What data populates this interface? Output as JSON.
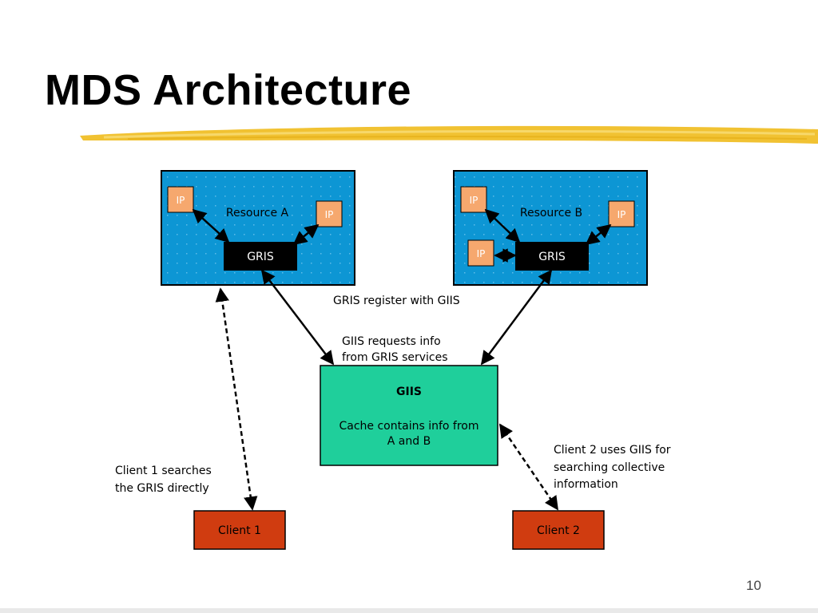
{
  "slide": {
    "title": "MDS Architecture",
    "page_number": "10"
  },
  "diagram": {
    "resource_a": {
      "label": "Resource A",
      "gris": "GRIS",
      "ip": [
        "IP",
        "IP"
      ]
    },
    "resource_b": {
      "label": "Resource B",
      "gris": "GRIS",
      "ip": [
        "IP",
        "IP",
        "IP"
      ]
    },
    "giis": {
      "title": "GIIS",
      "desc_lines": [
        "Cache contains info from",
        "A and B"
      ]
    },
    "annotations": {
      "gris_register": "GRIS register with GIIS",
      "giis_requests": [
        "GIIS requests info",
        "from GRIS services"
      ],
      "client1_note": [
        "Client 1 searches",
        "the GRIS directly"
      ],
      "client2_note": [
        "Client 2 uses GIIS for",
        "searching collective",
        "information"
      ]
    },
    "clients": [
      "Client 1",
      "Client 2"
    ]
  },
  "colors": {
    "resource_bg": "#0d96d4",
    "ip_bg": "#f6a86e",
    "gris_bg": "#000000",
    "giis_bg": "#1fcf9b",
    "client_bg": "#d03c10",
    "underline": "#f1c232"
  }
}
